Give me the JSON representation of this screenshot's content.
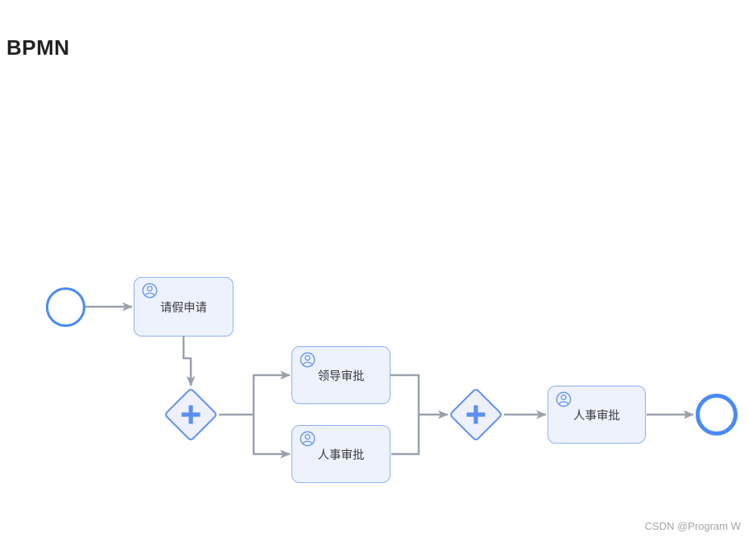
{
  "page": {
    "title": "BPMN",
    "watermark": "CSDN @Program W"
  },
  "colors": {
    "event_stroke": "#4a8af4",
    "gateway_stroke": "#5b90f3",
    "gateway_fill": "#eef1fb",
    "task_border": "#8cb0f5",
    "task_fill": "#edf2fd",
    "plus_icon": "#5b8ff2",
    "user_icon": "#6f9bf2",
    "connector": "#98a1ac",
    "label_text": "#3a3a3a",
    "title_text": "#222222",
    "watermark_text": "#a5a5a5"
  },
  "diagram": {
    "start_event": {
      "type": "start-event"
    },
    "end_event": {
      "type": "end-event"
    },
    "tasks": [
      {
        "type": "user-task",
        "icon": "user-icon",
        "label": "请假申请"
      },
      {
        "type": "user-task",
        "icon": "user-icon",
        "label": "领导审批"
      },
      {
        "type": "user-task",
        "icon": "user-icon",
        "label": "人事审批"
      },
      {
        "type": "user-task",
        "icon": "user-icon",
        "label": "人事审批"
      }
    ],
    "gateways": [
      {
        "type": "parallel-gateway",
        "icon": "plus-icon"
      },
      {
        "type": "parallel-gateway",
        "icon": "plus-icon"
      }
    ]
  }
}
